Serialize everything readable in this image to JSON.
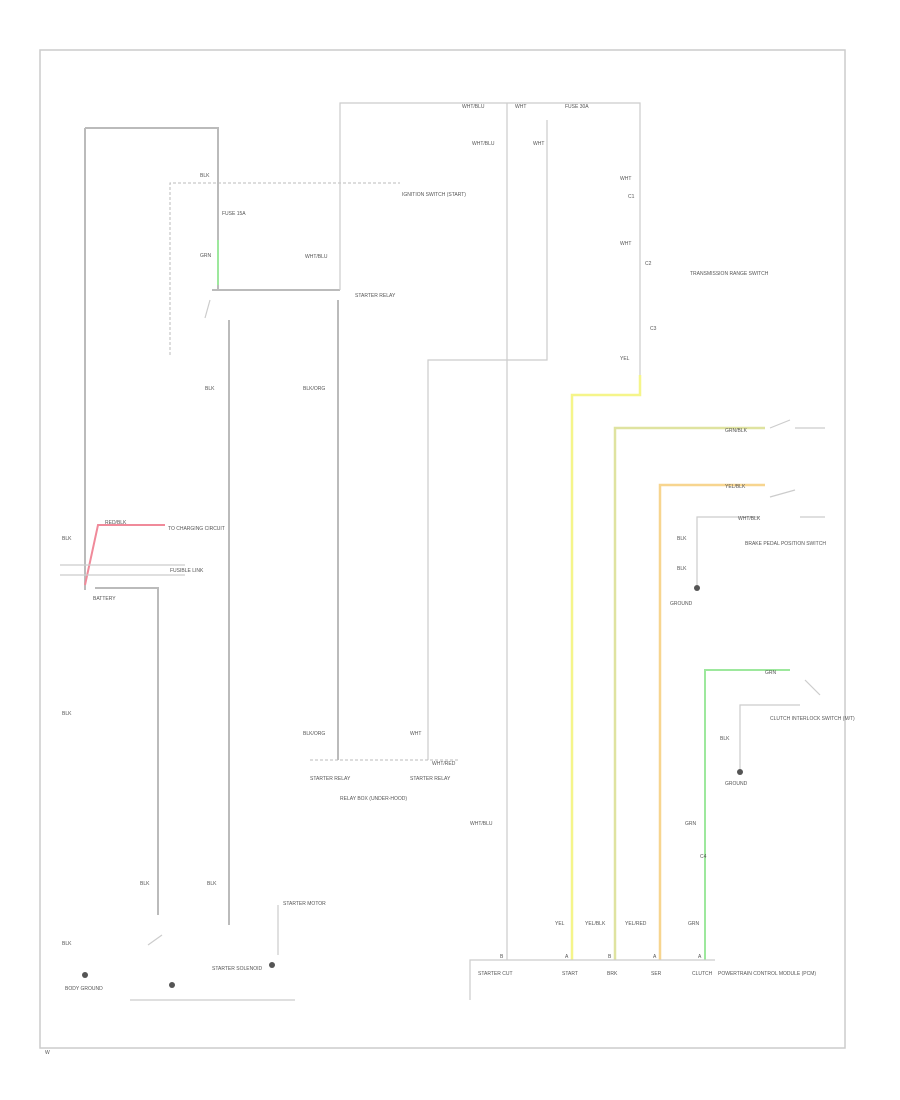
{
  "wire_colors": {
    "yellow": "#f5f58a",
    "yellow_green": "#dfe3a0",
    "orange": "#f7d58f",
    "green": "#9de89d",
    "red": "#f08a9a",
    "gray": "#bbbbbb"
  },
  "labels": {
    "blk1": "BLK",
    "grn1": "GRN",
    "fuse1": "FUSE 15A",
    "wht_blu1": "WHT/BLU",
    "starter_relay": "STARTER RELAY",
    "ign_switch_note": "IGNITION SWITCH (START)",
    "blk2": "BLK",
    "blk_org": "BLK/ORG",
    "wht_blu_top": "WHT/BLU",
    "wht_top": "WHT",
    "fuse_top": "FUSE 30A",
    "wht_blu2": "WHT/BLU",
    "wht2": "WHT",
    "wht3": "WHT",
    "c1": "C1",
    "wht4": "WHT",
    "c2": "C2",
    "range_switch": "TRANSMISSION RANGE SWITCH",
    "c3": "C3",
    "yel1": "YEL",
    "red_blk": "RED/BLK",
    "to_charging": "TO CHARGING CIRCUIT",
    "blk3": "BLK",
    "fusible_link": "FUSIBLE LINK",
    "battery": "BATTERY",
    "blk4": "BLK",
    "blk5": "BLK",
    "blk6": "BLK",
    "blk7": "BLK",
    "body_ground": "BODY GROUND",
    "starter_solenoid": "STARTER SOLENOID",
    "starter_motor": "STARTER MOTOR",
    "blk_org2": "BLK/ORG",
    "wht5": "WHT",
    "wht_red": "WHT/RED",
    "relay_coil": "STARTER RELAY",
    "relay_out": "STARTER RELAY",
    "relay_box": "RELAY BOX (UNDER-HOOD)",
    "grn_blk": "GRN/BLK",
    "yel_blk": "YEL/BLK",
    "wht_blk": "WHT/BLK",
    "brake_switch": "BRAKE PEDAL POSITION SWITCH",
    "blk8": "BLK",
    "blk9": "BLK",
    "pnp_ground": "GROUND",
    "grn2": "GRN",
    "blk10": "BLK",
    "clutch_switch": "CLUTCH INTERLOCK SWITCH (M/T)",
    "ground2": "GROUND",
    "grn3": "GRN",
    "c4": "C4",
    "wht_blu3": "WHT/BLU",
    "yel2": "YEL",
    "yel_blk2": "YEL/BLK",
    "yel_red": "YEL/RED",
    "grn4": "GRN",
    "pcm_starter_cut": "STARTER CUT",
    "pcm_start": "START",
    "pcm_brk": "BRK",
    "pcm_ser": "SER",
    "pcm_clutch": "CLUTCH",
    "pcm": "POWERTRAIN CONTROL MODULE (PCM)",
    "pin1": "B",
    "pin2": "A",
    "pin3": "B",
    "pin4": "A",
    "pin5": "A",
    "footer": "W"
  }
}
